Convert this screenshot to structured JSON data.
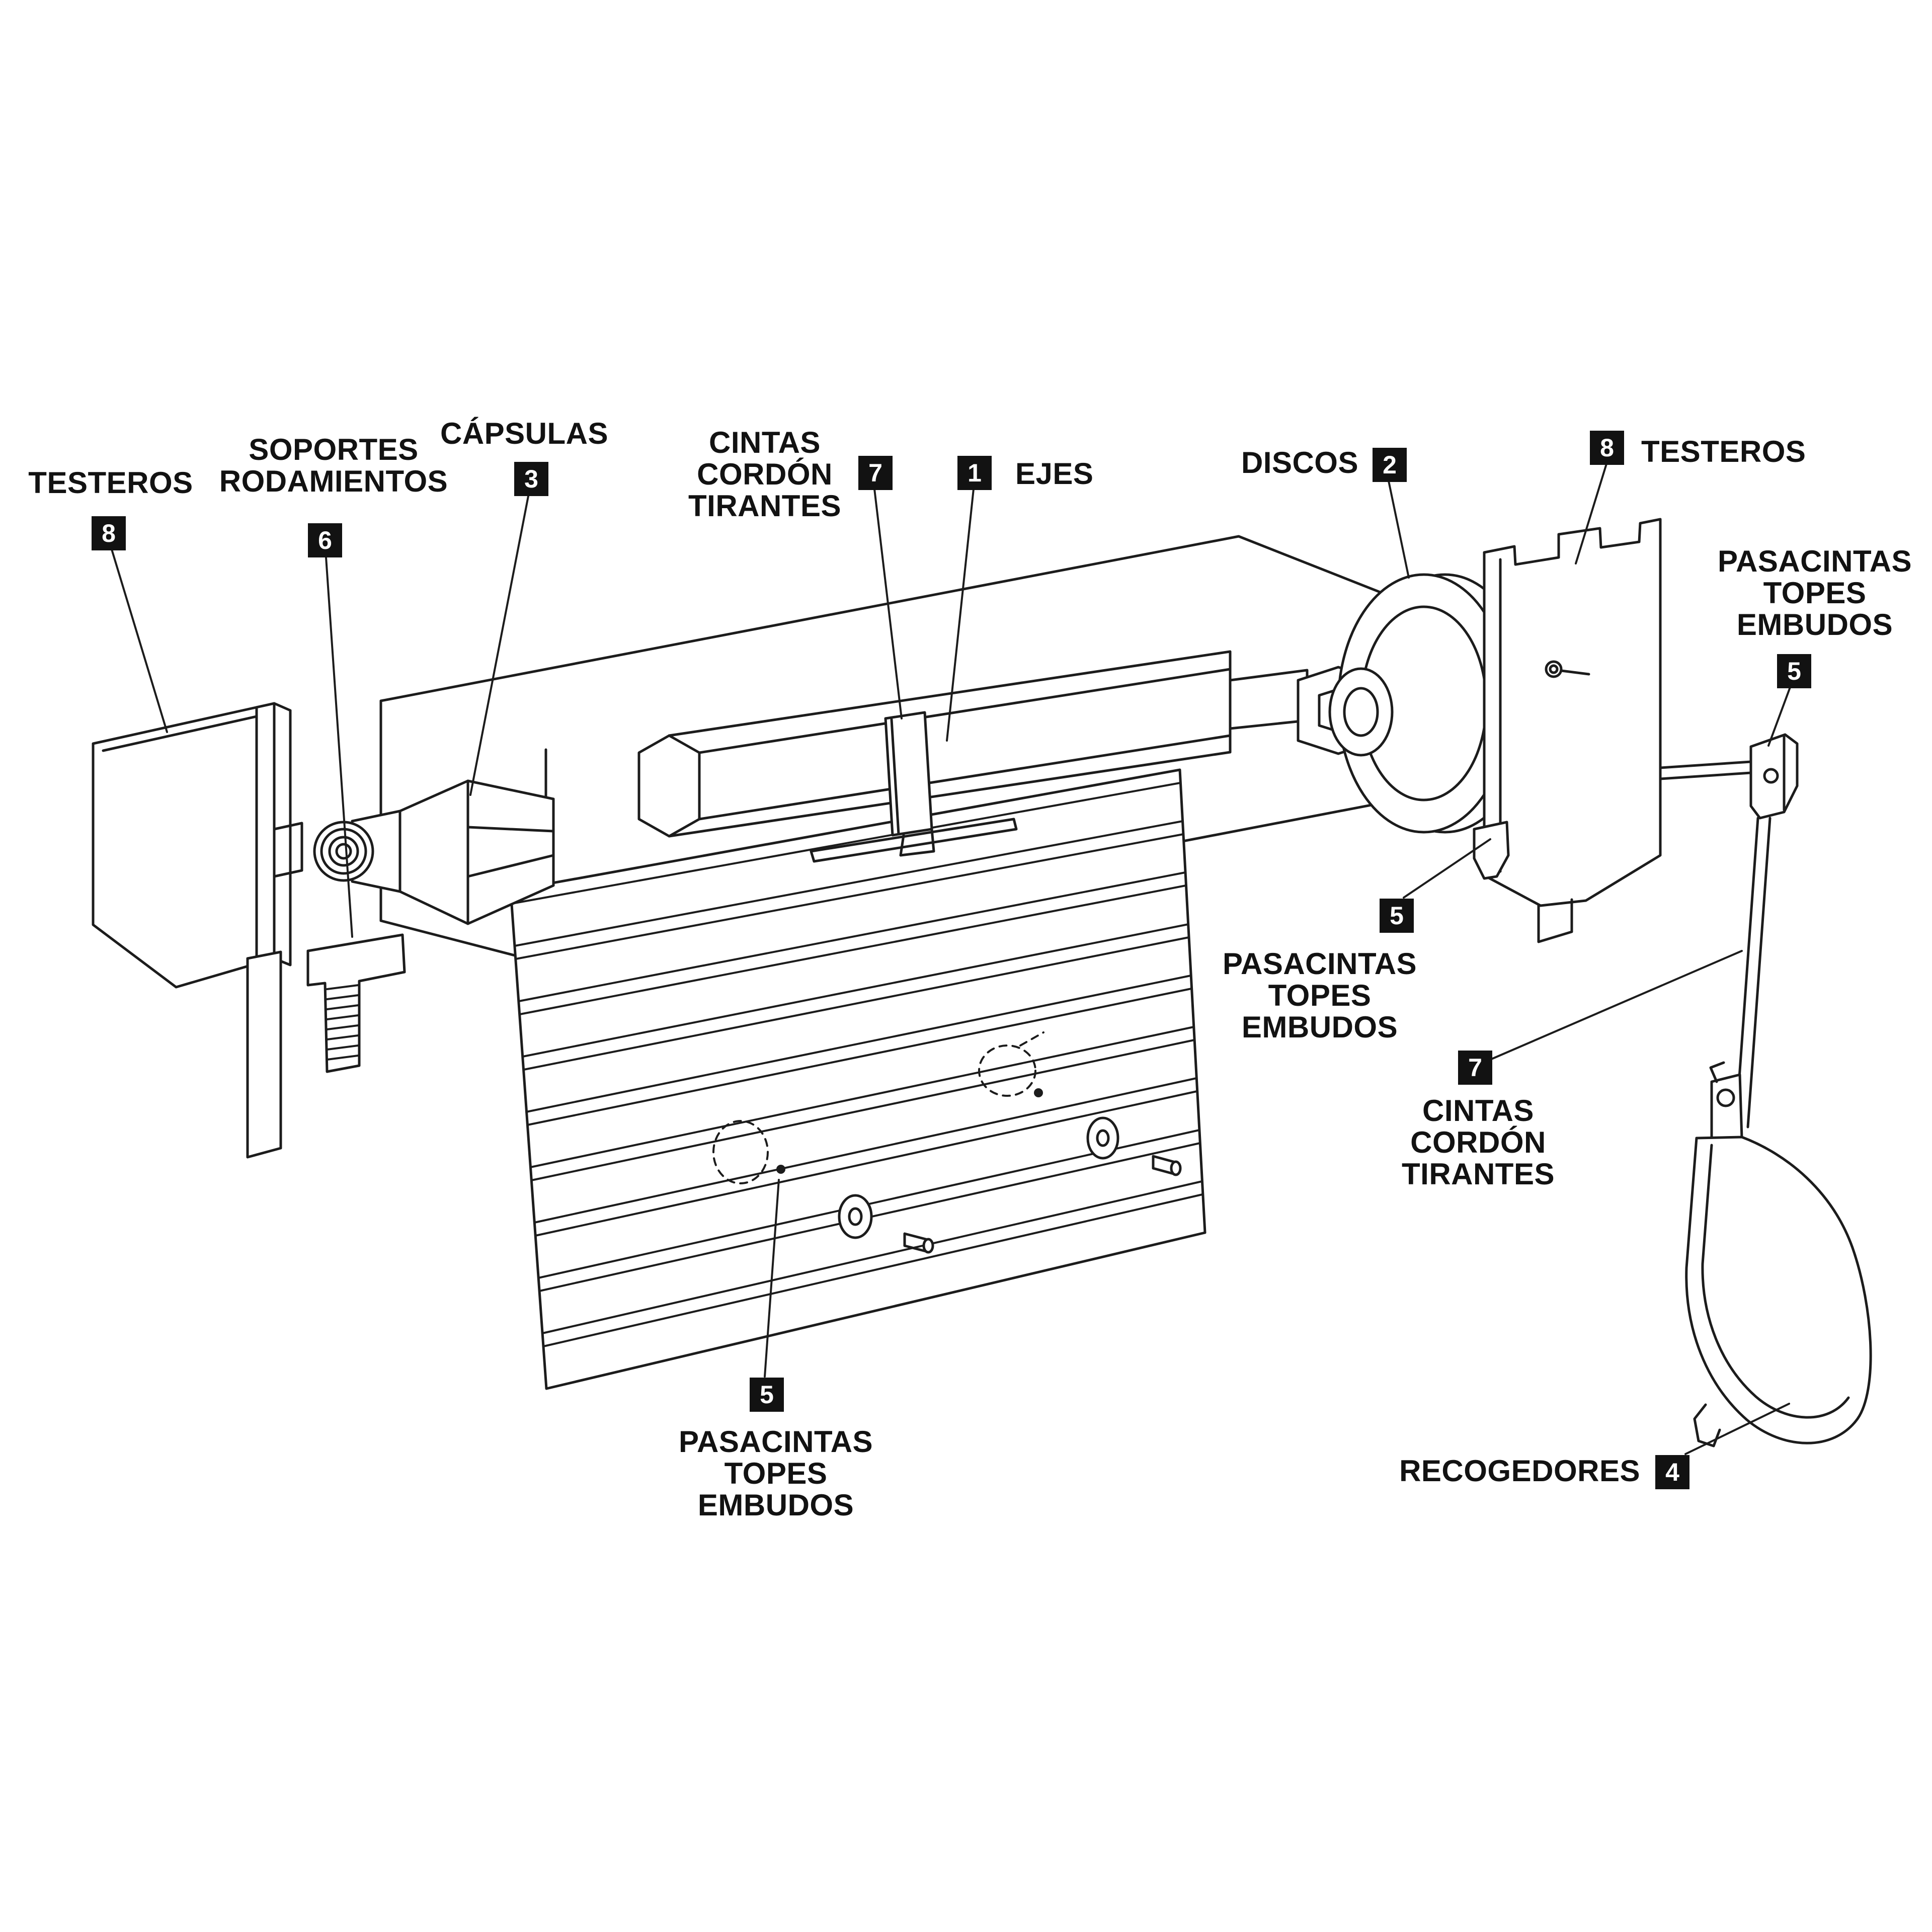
{
  "diagram": {
    "colors": {
      "background": "#ffffff",
      "line": "#1c1c1c",
      "badge_bg": "#121212",
      "badge_fg": "#ffffff"
    },
    "labels": [
      {
        "text": "TESTEROS",
        "badge": "8"
      },
      {
        "text": "SOPORTES RODAMIENTOS",
        "badge": "6"
      },
      {
        "text": "CÁPSULAS",
        "badge": "3"
      },
      {
        "text": "CINTAS CORDÓN TIRANTES",
        "badge": "7"
      },
      {
        "text": "EJES",
        "badge": "1"
      },
      {
        "text": "DISCOS",
        "badge": "2"
      },
      {
        "text": "TESTEROS",
        "badge": "8"
      },
      {
        "text": "PASACINTAS TOPES EMBUDOS",
        "badge": "5"
      },
      {
        "text": "PASACINTAS TOPES EMBUDOS",
        "badge": "5"
      },
      {
        "text": "CINTAS CORDÓN TIRANTES",
        "badge": "7"
      },
      {
        "text": "PASACINTAS TOPES EMBUDOS",
        "badge": "5"
      },
      {
        "text": "RECOGEDORES",
        "badge": "4"
      }
    ]
  }
}
